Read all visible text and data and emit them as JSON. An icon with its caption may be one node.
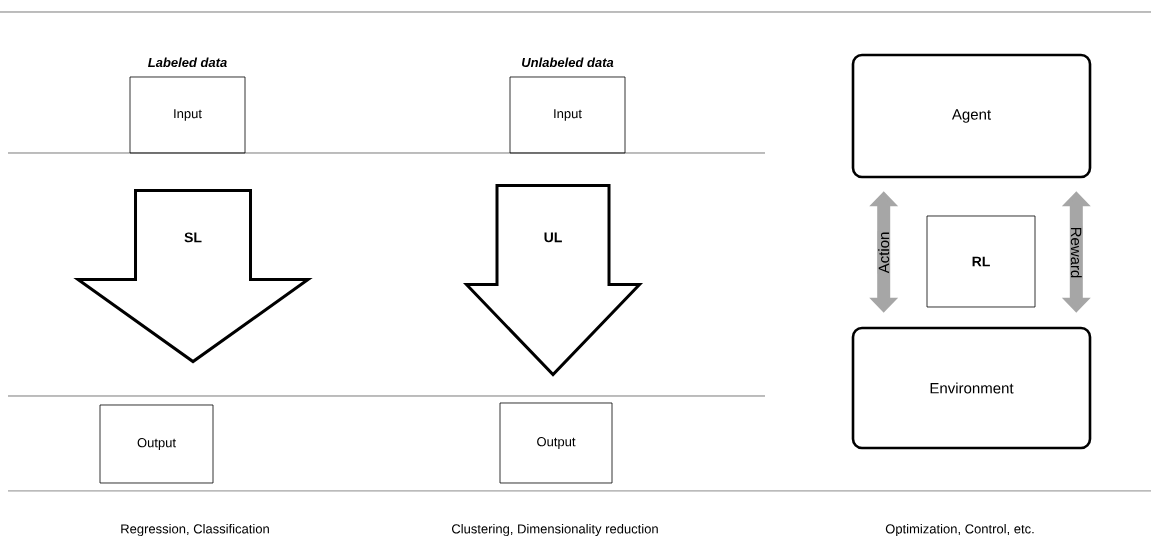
{
  "diagram": {
    "nodes": [
      {
        "text": [
          "Input"
        ],
        "beside": [
          "Labeled data"
        ]
      },
      {
        "text": [
          "Output"
        ]
      },
      {
        "text": [
          "Input"
        ],
        "beside": [
          "Unlabeled data"
        ]
      },
      {
        "text": [
          "Output"
        ]
      },
      {
        "text": [
          "Agent"
        ]
      },
      {
        "text": [
          "RL"
        ]
      },
      {
        "text": [
          "Environment"
        ]
      }
    ],
    "edges": [
      {
        "from": 0,
        "to": 1,
        "arrow": "to",
        "label": "SL"
      },
      {
        "from": 2,
        "to": 3,
        "arrow": "to",
        "label": "UL"
      },
      {
        "from": 4,
        "to": 6,
        "arrow": "both",
        "label": "Action"
      },
      {
        "from": 4,
        "to": 6,
        "arrow": "both",
        "label": "Reward"
      }
    ],
    "labels": [
      "Regression, Classification",
      "Clustering, Dimensionality reduction",
      "Optimization, Control, etc."
    ]
  }
}
